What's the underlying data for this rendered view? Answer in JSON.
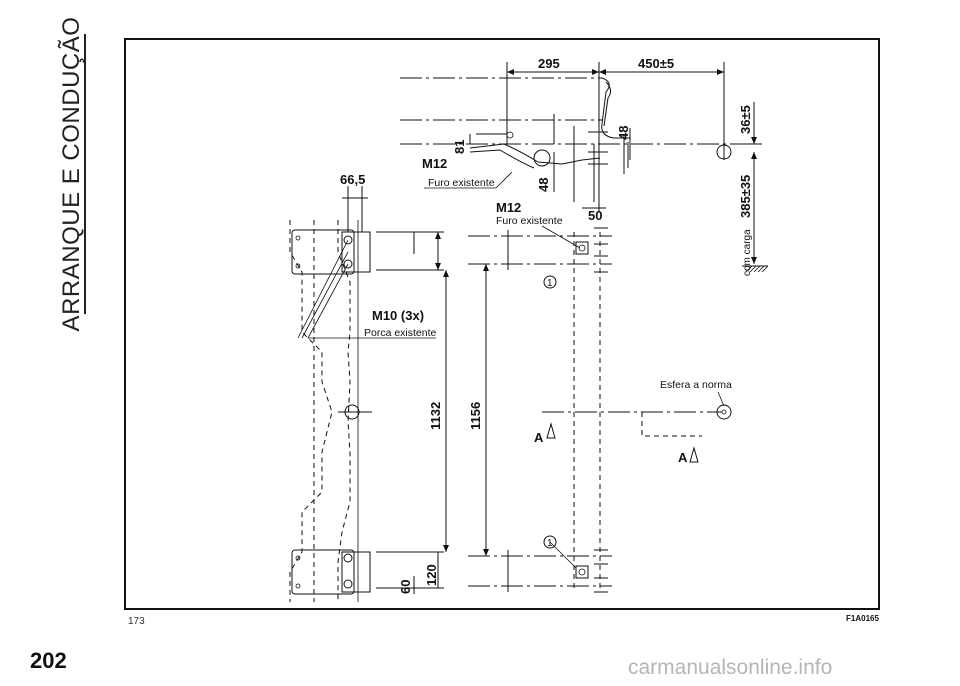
{
  "section_heading": "ARRANQUE E CONDUÇÃO",
  "page_number": "202",
  "figure": {
    "number": "173",
    "code": "F1A0165",
    "dimensions": {
      "d295": "295",
      "d450": "450±5",
      "d36": "36±5",
      "d385": "385±35",
      "d81": "81",
      "d48a": "48",
      "d48b": "48",
      "d50": "50",
      "d66": "66,5",
      "d1132": "1132",
      "d1156": "1156",
      "d120": "120",
      "d60": "60"
    },
    "labels": {
      "m12_top": "M12",
      "furo_top": "Furo existente",
      "m12_mid": "M12",
      "furo_mid": "Furo existente",
      "m10": "M10 (3x)",
      "porca": "Porca existente",
      "com_carga": "com carga",
      "esfera": "Esfera a norma",
      "section_a1": "A",
      "section_a2": "A",
      "callout_1a": "1",
      "callout_1b": "1"
    }
  },
  "watermark": "carmanualsonline.info"
}
